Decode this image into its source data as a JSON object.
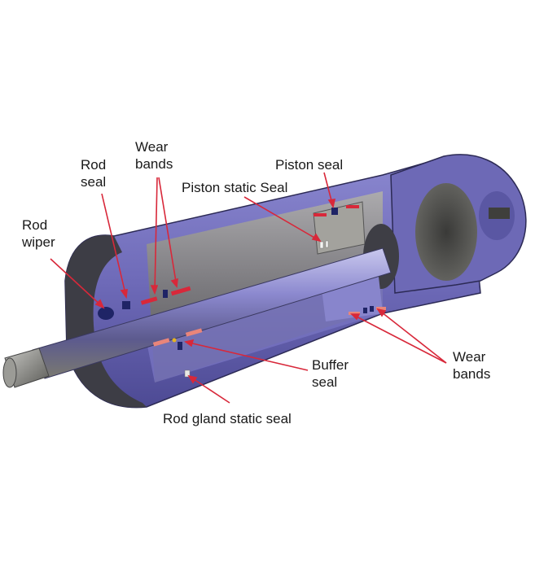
{
  "figure": {
    "subject": "Hydraulic cylinder cutaway showing seal locations",
    "colors": {
      "background": "#ffffff",
      "body_blue": "#6e6ab8",
      "body_blue_dark": "#4a4790",
      "body_blue_light": "#9a97d6",
      "steel_gray": "#8a8a86",
      "steel_dark": "#4a4a48",
      "rod_light": "#b9b8e2",
      "leader_red": "#d8283a",
      "wear_band_red": "#e0474f",
      "wear_band_salmon": "#e9857a",
      "seal_navy": "#1f2466",
      "label_text": "#1a1a1a"
    }
  },
  "labels": {
    "rod_wiper": "Rod\nwiper",
    "rod_seal": "Rod\nseal",
    "wear_bands_top": "Wear\nbands",
    "piston_seal": "Piston seal",
    "piston_static_seal": "Piston static Seal",
    "buffer_seal": "Buffer\nseal",
    "wear_bands_bottom": "Wear\nbands",
    "rod_gland_static_seal": "Rod gland static seal"
  }
}
